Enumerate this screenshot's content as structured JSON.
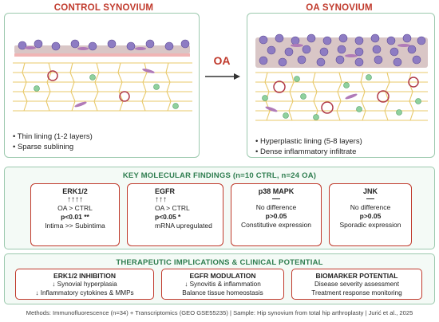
{
  "control": {
    "title": "CONTROL SYNOVIUM",
    "bullets": [
      "Thin lining (1-2 layers)",
      "Sparse sublining"
    ]
  },
  "oa": {
    "title": "OA SYNOVIUM",
    "bullets": [
      "Hyperplastic lining (5-8 layers)",
      "Dense inflammatory infiltrate"
    ]
  },
  "transition_label": "OA",
  "findings": {
    "title": "KEY MOLECULAR FINDINGS (n=10 CTRL, n=24 OA)",
    "cards": [
      {
        "title": "ERK1/2",
        "arrows": "↑↑↑↑",
        "line1": "OA > CTRL",
        "stat": "p<0.01 **",
        "note": "Intima >> Subintima"
      },
      {
        "title": "EGFR",
        "arrows": "↑↑↑",
        "line1": "OA > CTRL",
        "stat": "p<0.05 *",
        "note": "mRNA upregulated"
      },
      {
        "title": "p38 MAPK",
        "arrows": "—",
        "line1": "No difference",
        "stat": "p>0.05",
        "note": "Constitutive expression"
      },
      {
        "title": "JNK",
        "arrows": "—",
        "line1": "No difference",
        "stat": "p>0.05",
        "note": "Sporadic expression"
      }
    ]
  },
  "therapeutic": {
    "title": "THERAPEUTIC IMPLICATIONS & CLINICAL POTENTIAL",
    "cards": [
      {
        "title": "ERK1/2 INHIBITION",
        "line1": "↓ Synovial hyperplasia",
        "line2": "↓ Inflammatory cytokines & MMPs"
      },
      {
        "title": "EGFR MODULATION",
        "line1": "↓ Synovitis & inflammation",
        "line2": "Balance tissue homeostasis"
      },
      {
        "title": "BIOMARKER POTENTIAL",
        "line1": "Disease severity assessment",
        "line2": "Treatment response monitoring"
      }
    ]
  },
  "footer": "Methods: Immunofluorescence (n=34) + Transcriptomics (GEO GSE55235)  |  Sample: Hip synovium from total hip arthroplasty  |  Jurić et al., 2025",
  "colors": {
    "accent_red": "#c0392b",
    "accent_green": "#2e7d4f",
    "panel_border": "#9cc9ae",
    "lining_cells": "#8e7cc3",
    "fibroblasts": "#b07ab8",
    "adipose_lines": "#e8c96a",
    "immune_cells": "#8fd19e",
    "vessels": "#b03a48"
  }
}
